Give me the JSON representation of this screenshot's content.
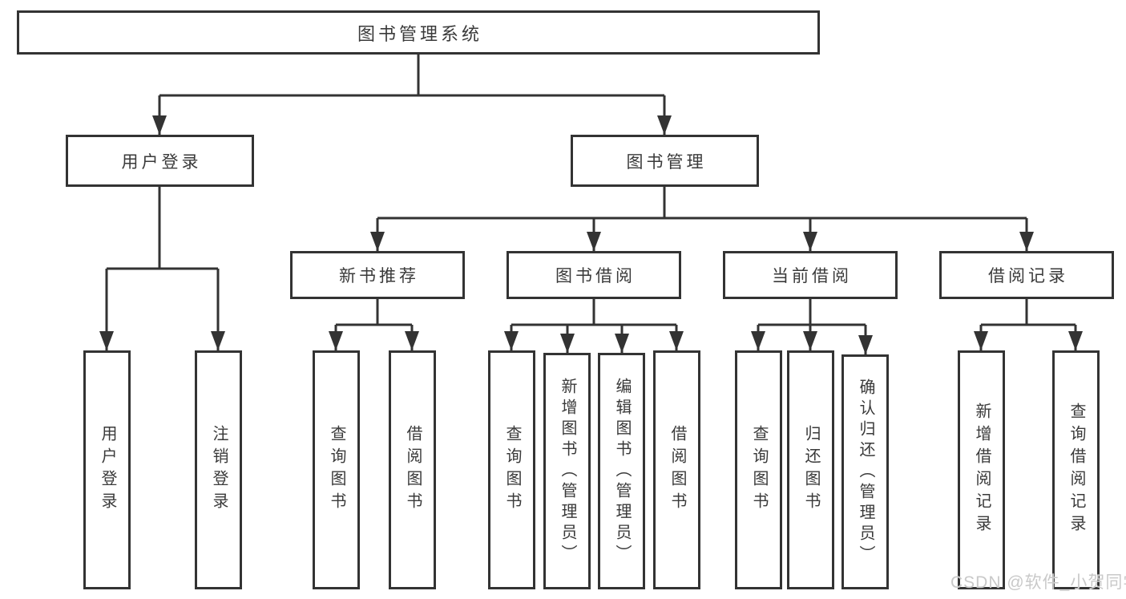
{
  "tree": {
    "root": {
      "label": "图书管理系统",
      "children": [
        {
          "label": "用户登录",
          "children": [
            {
              "label": "用户登录"
            },
            {
              "label": "注销登录"
            }
          ]
        },
        {
          "label": "图书管理",
          "children": [
            {
              "label": "新书推荐",
              "children": [
                {
                  "label": "查询图书"
                },
                {
                  "label": "借阅图书"
                }
              ]
            },
            {
              "label": "图书借阅",
              "children": [
                {
                  "label": "查询图书"
                },
                {
                  "label": "新增图书（管理员）"
                },
                {
                  "label": "编辑图书（管理员）"
                },
                {
                  "label": "借阅图书"
                }
              ]
            },
            {
              "label": "当前借阅",
              "children": [
                {
                  "label": "查询图书"
                },
                {
                  "label": "归还图书"
                },
                {
                  "label": "确认归还（管理员）"
                }
              ]
            },
            {
              "label": "借阅记录",
              "children": [
                {
                  "label": "新增借阅记录"
                },
                {
                  "label": "查询借阅记录"
                }
              ]
            }
          ]
        }
      ]
    }
  },
  "watermark": {
    "text": "CSDN @软件_小贺同学"
  },
  "colors": {
    "line": "#333333",
    "box_border": "#333333",
    "text": "#3a3a3a",
    "watermark": "#c9c9c9",
    "background": "#ffffff"
  }
}
